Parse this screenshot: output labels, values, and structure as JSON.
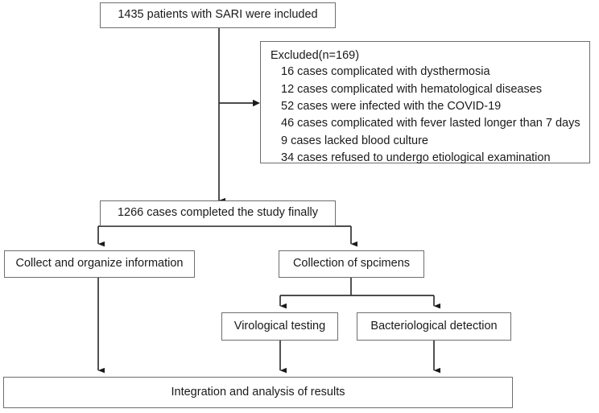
{
  "diagram": {
    "title": "Study flow diagram of SARI patient enrollment",
    "stroke_color": "#6e6e6e",
    "line_color": "#333333",
    "text_color": "#1a1a1a",
    "background": "#ffffff"
  },
  "nodes": {
    "enrolled": {
      "label": "1435 patients with SARI were included"
    },
    "excluded": {
      "title": "Excluded(n=169)",
      "reasons": [
        "16 cases complicated with dysthermosia",
        "12 cases complicated with hematological diseases",
        "52 cases were infected with the COVID-19",
        "46 cases complicated with fever lasted longer than 7 days",
        "9 cases lacked blood culture",
        "34 cases refused to undergo etiological examination"
      ]
    },
    "completed": {
      "label": "1266 cases completed the study finally"
    },
    "collect_info": {
      "label": "Collect and organize information"
    },
    "collection_specimens": {
      "label": "Collection of spcimens"
    },
    "virological": {
      "label": "Virological testing"
    },
    "bacteriological": {
      "label": "Bacteriological detection"
    },
    "integration": {
      "label": "Integration and analysis of results"
    }
  }
}
